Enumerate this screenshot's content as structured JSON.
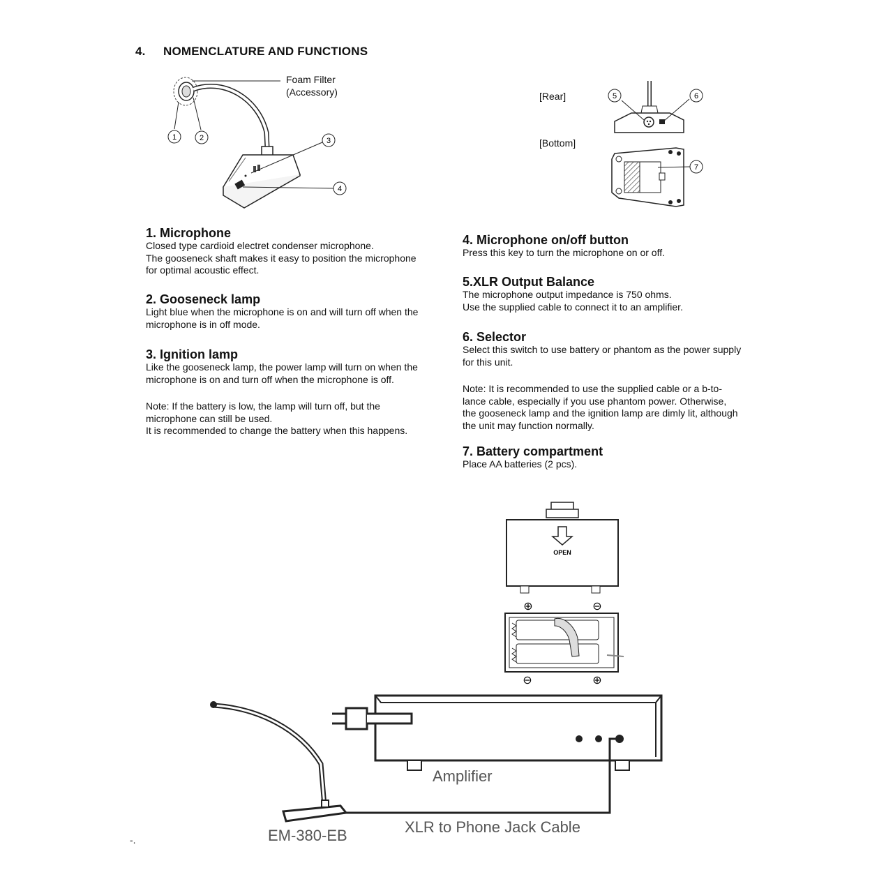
{
  "heading": {
    "number": "4.",
    "title": "NOMENCLATURE AND FUNCTIONS"
  },
  "figure_top": {
    "foam_label": "Foam Filter\n(Accessory)",
    "rear_label": "[Rear]",
    "bottom_label": "[Bottom]",
    "callouts": [
      "1",
      "2",
      "3",
      "4",
      "5",
      "6",
      "7"
    ]
  },
  "sections": {
    "s1": {
      "title": "1. Microphone",
      "body": "Closed type cardioid electret condenser microphone.\nThe gooseneck shaft makes it easy to position the microphone\nfor optimal acoustic effect."
    },
    "s2": {
      "title": "2. Gooseneck lamp",
      "body": "Light blue when the microphone is on and will turn off when the\nmicrophone is in off mode."
    },
    "s3": {
      "title": "3. Ignition lamp",
      "body": "Like the gooseneck lamp, the power lamp will turn on when the\nmicrophone is on and turn off when the microphone is off."
    },
    "note_left": "Note: If the battery is low, the lamp will turn off, but the\nmicrophone can still be used.\nIt is recommended to change the battery when this happens.",
    "s4": {
      "title": "4.  Microphone on/off button",
      "body": "Press this key to turn the microphone on or off."
    },
    "s5": {
      "title": "5.XLR Output Balance",
      "body": "The microphone output impedance is 750 ohms.\nUse the supplied cable to connect it to an amplifier."
    },
    "s6": {
      "title": "6. Selector",
      "body": "Select this switch to use battery or phantom as the power supply\nfor this unit."
    },
    "note_right": "Note: It is recommended to use the supplied cable or a b-to-\nlance cable, especially if you use phantom power.  Otherwise,\nthe gooseneck lamp and the ignition lamp are dimly lit, although\nthe unit may function normally.",
    "s7": {
      "title": "7. Battery compartment",
      "body": "Place AA batteries (2 pcs)."
    }
  },
  "figure_bottom": {
    "open_label": "OPEN",
    "amplifier_label": "Amplifier",
    "cable_label": "XLR to Phone Jack Cable",
    "model_label": "EM-380-EB",
    "plus_sign": "⊕",
    "minus_sign": "⊖"
  },
  "stray_mark": "-."
}
